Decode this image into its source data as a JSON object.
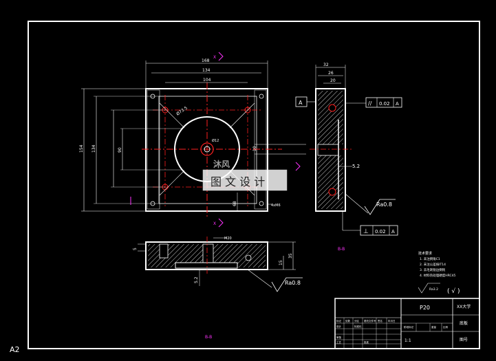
{
  "sheet": {
    "size_label": "A2"
  },
  "colors": {
    "bg": "#000000",
    "line": "#ffffff",
    "center": "#ff2020",
    "dim": "#ffffff",
    "mark": "#ff33ff",
    "accent": "#ffff00"
  },
  "front_view": {
    "dims": {
      "top1": "168",
      "top2": "134",
      "top3": "104",
      "left_outer": "154",
      "left_mid": "134",
      "left_inner": "90",
      "right_small": "10",
      "right_bottom": "68",
      "dia_large": "Ø73.5",
      "dia_small": "Ø12",
      "hole_note": "4xM6"
    },
    "section_mark": "X"
  },
  "side_view": {
    "dims": {
      "top_outer": "32",
      "top_inner": "26",
      "top_small": "20",
      "right_step": "5.2"
    },
    "datum_label": "A",
    "tol_parallel": {
      "symbol": "//",
      "value": "0.02",
      "datum": "A"
    },
    "tol_perp": {
      "symbol": "⊥",
      "value": "0.02",
      "datum": "A"
    },
    "roughness": "Ra0.8"
  },
  "bottom_view": {
    "dims": {
      "top_note": "M20",
      "left_small": "5",
      "right_mid": "15",
      "right_outer": "35",
      "bottom_step": "5.2"
    },
    "roughness": "Ra0.8"
  },
  "labels": {
    "section_mid": "B-B",
    "section_bottom": "B-B"
  },
  "notes": {
    "title": "技术要求",
    "items": [
      "1. 未注倒角C1",
      "2. 未注公差按IT14",
      "3. 去毛刺锐边倒钝",
      "4. 材料热处理硬度HRC45"
    ],
    "roughness_other": "Ra3.2",
    "roughness_paren": "( √ )"
  },
  "title_block": {
    "part_no": "P20",
    "school": "XX大学",
    "row2": "底板",
    "row3": "图号",
    "grid_labels": [
      "标记",
      "处数",
      "分区",
      "更改文件号",
      "签名",
      "年月日",
      "设计",
      "标准化",
      "审核",
      "工艺",
      "批准",
      "阶段标记",
      "重量",
      "比例"
    ],
    "scale": "1:1"
  },
  "watermark": {
    "text": "图 文 设 计",
    "logo": "沐风"
  }
}
